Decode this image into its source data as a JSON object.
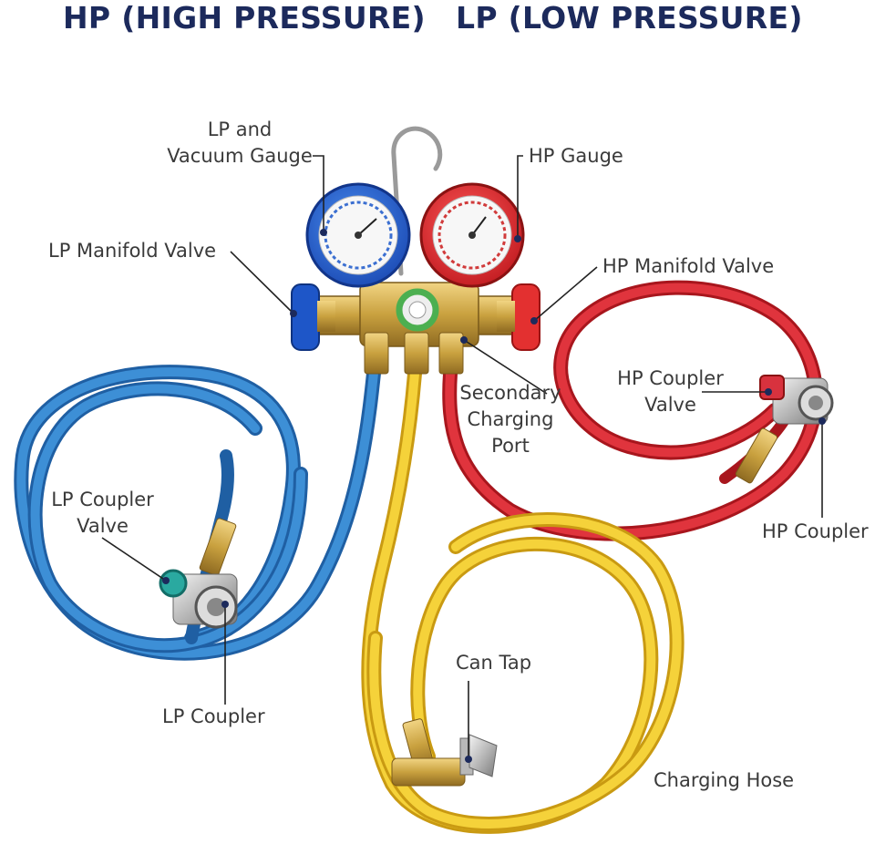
{
  "header": {
    "hp_title": "HP (HIGH PRESSURE)",
    "lp_title": "LP (LOW PRESSURE)"
  },
  "labels": {
    "lp_vacuum_gauge": [
      "LP and",
      "Vacuum Gauge"
    ],
    "hp_gauge": "HP Gauge",
    "lp_manifold_valve": "LP Manifold Valve",
    "hp_manifold_valve": "HP Manifold Valve",
    "hp_coupler_valve": [
      "HP Coupler",
      "Valve"
    ],
    "secondary_charging_port": [
      "Secondary",
      "Charging",
      "Port"
    ],
    "lp_coupler_valve": [
      "LP Coupler",
      "Valve"
    ],
    "hp_coupler": "HP Coupler",
    "can_tap": "Can Tap",
    "lp_coupler": "LP Coupler",
    "charging_hose": "Charging Hose"
  },
  "colors": {
    "header": "#1c2a5c",
    "label_text": "#3a3a3a",
    "leader_line": "#222222",
    "dot": "#1c2a5c",
    "blue_hose": "#2f7fc4",
    "red_hose": "#d8323e",
    "yellow_hose": "#f2cc2a",
    "brass": "#c9a13f"
  }
}
